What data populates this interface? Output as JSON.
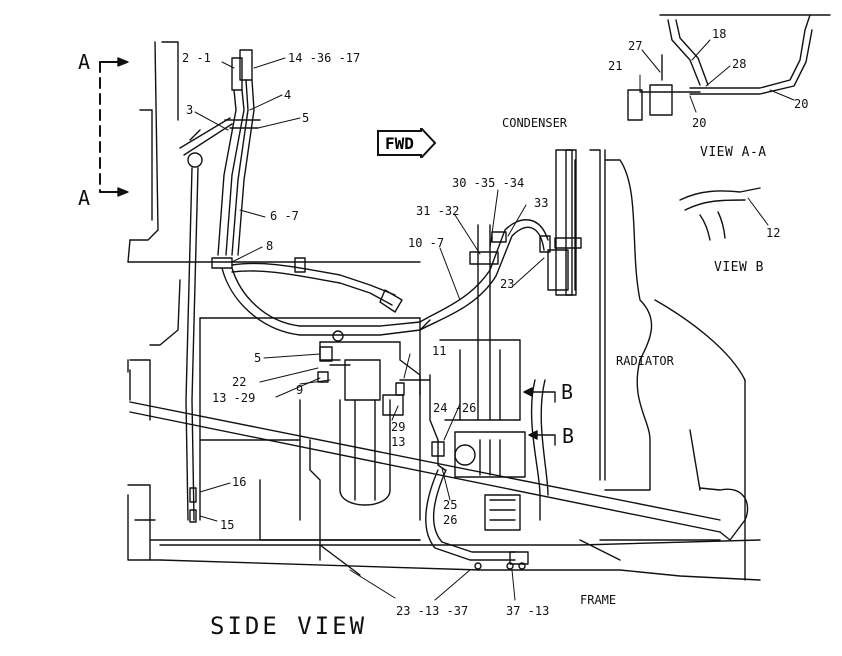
{
  "section_marks": {
    "a_top": "A",
    "a_bottom": "A",
    "b_upper": "B",
    "b_lower": "B"
  },
  "fwd": "FWD",
  "titles": {
    "side_view": "SIDE VIEW",
    "view_aa": "VIEW A-A",
    "view_b": "VIEW B",
    "condenser": "CONDENSER",
    "radiator": "RADIATOR",
    "frame": "FRAME"
  },
  "callouts": {
    "c2_1": "2 -1",
    "c14_36_17": "14 -36 -17",
    "c3": "3",
    "c4": "4",
    "c5_top": "5",
    "c6_7": "6 -7",
    "c8": "8",
    "c30_35_34": "30 -35 -34",
    "c33": "33",
    "c31_32": "31 -32",
    "c10_7": "10 -7",
    "c23_right": "23",
    "c11": "11",
    "c5_mid": "5",
    "c22": "22",
    "c13_29": "13 -29",
    "c9": "9",
    "c24_26": "24 -26",
    "c29": "29",
    "c13": "13",
    "c16": "16",
    "c15": "15",
    "c25": "25",
    "c26": "26",
    "c23_13_37": "23 -13 -37",
    "c37_13": "37 -13",
    "c18": "18",
    "c27": "27",
    "c21": "21",
    "c28": "28",
    "c20_left": "20",
    "c20_right": "20",
    "c12": "12"
  }
}
